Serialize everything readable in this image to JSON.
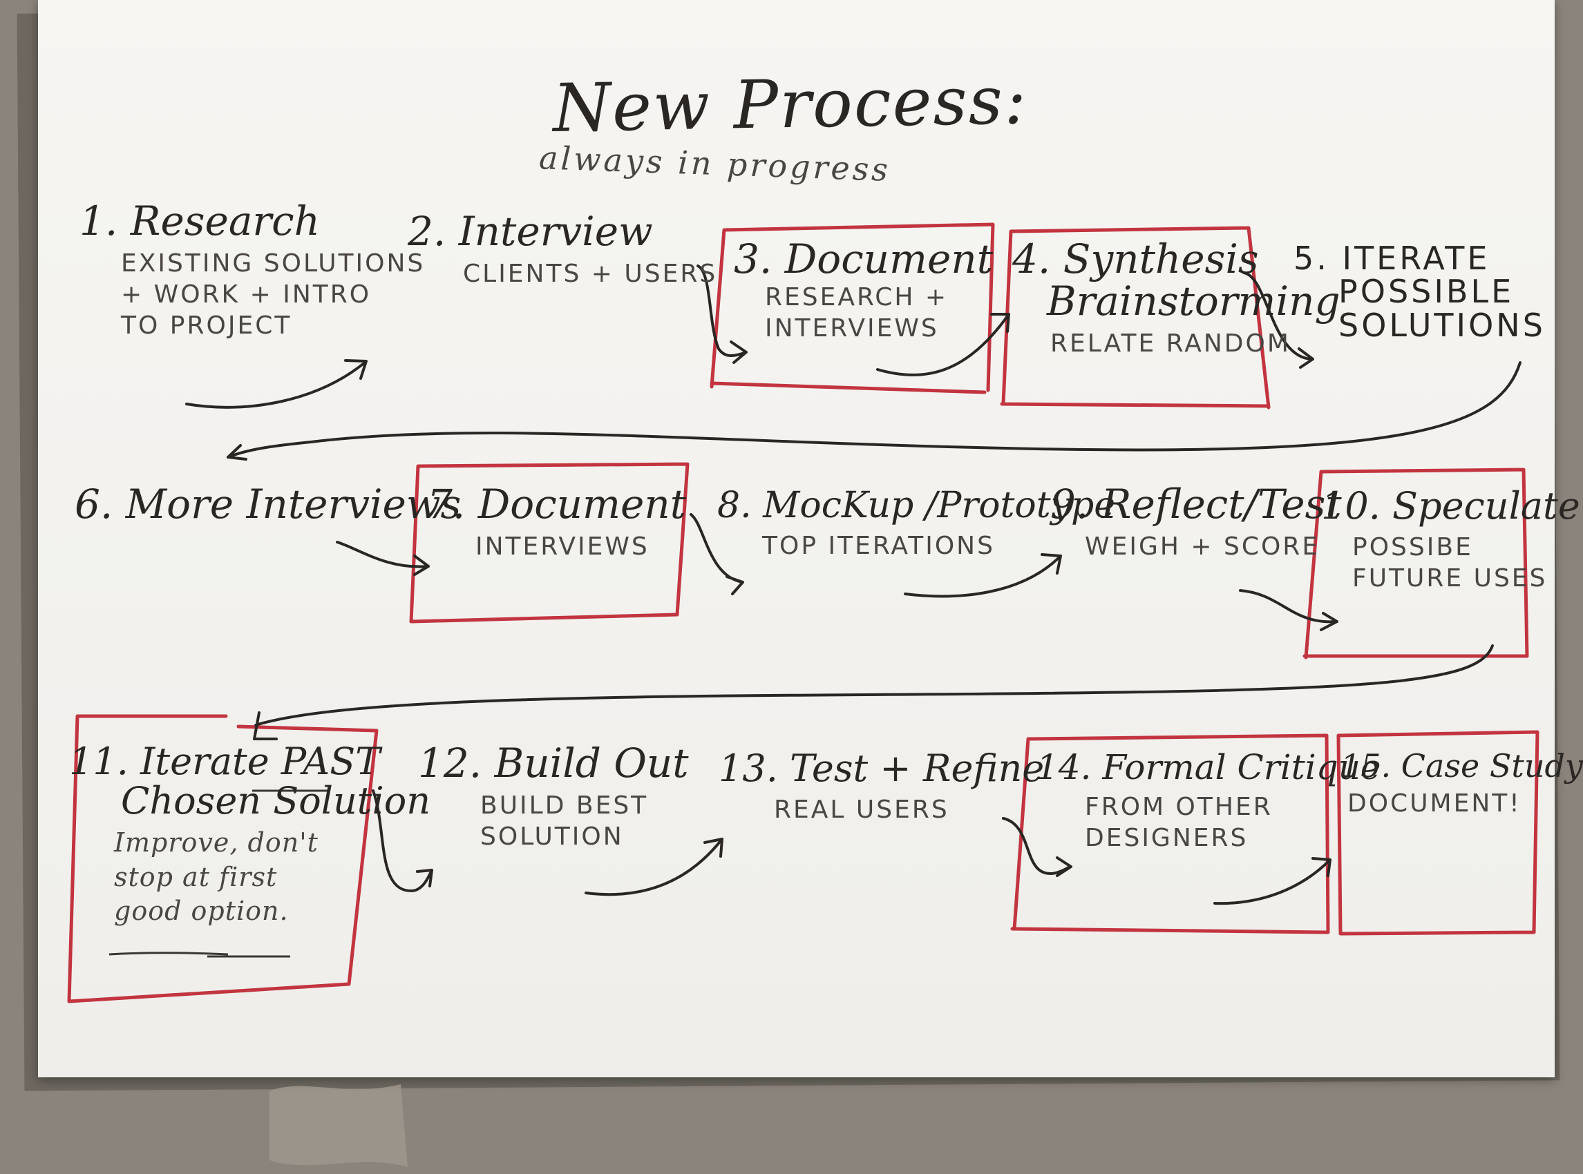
{
  "title": "New Process:",
  "subtitle": "always in progress",
  "colors": {
    "ink": "#2a2624",
    "box_red": "#c2343f",
    "paper": "#f4f3f0"
  },
  "steps": [
    {
      "title": "1. Research",
      "note": [
        "EXISTING SOLUTIONS",
        "+ WORK + INTRO",
        "TO PROJECT"
      ],
      "boxed": false
    },
    {
      "title": "2. Interview",
      "note": [
        "CLIENTS + USERS"
      ],
      "boxed": false
    },
    {
      "title": "3. Document",
      "note": [
        "RESEARCH +",
        "INTERVIEWS"
      ],
      "boxed": true
    },
    {
      "title": "4. Synthesis",
      "title2": "Brainstorming",
      "note": [
        "RELATE RANDOM"
      ],
      "boxed": true
    },
    {
      "title": "5. ITERATE",
      "title2": "POSSIBLE",
      "title3": "SOLUTIONS",
      "note": [],
      "boxed": false
    },
    {
      "title": "6. More Interviews",
      "note": [],
      "boxed": false
    },
    {
      "title": "7. Document",
      "note": [
        "INTERVIEWS"
      ],
      "boxed": true
    },
    {
      "title": "8. MocKup /Prototype",
      "note": [
        "TOP ITERATIONS"
      ],
      "boxed": false
    },
    {
      "title": "9. Reflect/Test",
      "note": [
        "WEIGH + SCORE"
      ],
      "boxed": false
    },
    {
      "title": "10. Speculate",
      "note": [
        "POSSIBE",
        "FUTURE USES"
      ],
      "boxed": true
    },
    {
      "title": "11. Iterate PAST",
      "title2": "Chosen Solution",
      "note": [
        "Improve, don't",
        "stop at first",
        "good option."
      ],
      "boxed": true
    },
    {
      "title": "12. Build Out",
      "note": [
        "BUILD BEST",
        "SOLUTION"
      ],
      "boxed": false
    },
    {
      "title": "13. Test + Refine",
      "note": [
        "REAL USERS"
      ],
      "boxed": false
    },
    {
      "title": "14. Formal Critique",
      "note": [
        "FROM OTHER",
        "DESIGNERS"
      ],
      "boxed": true
    },
    {
      "title": "15. Case Study",
      "note": [
        "DOCUMENT!"
      ],
      "boxed": true
    }
  ]
}
